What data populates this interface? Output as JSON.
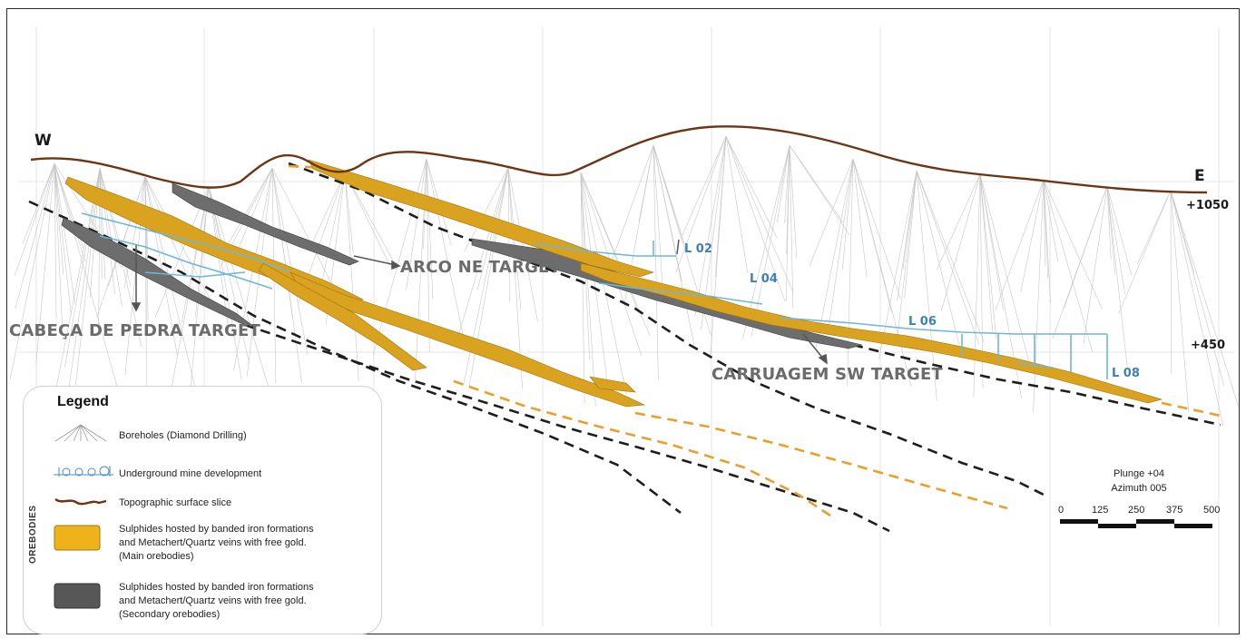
{
  "directions": {
    "west": "W",
    "east": "E"
  },
  "elevations": {
    "upper": "+1050",
    "lower": "+450"
  },
  "targets": {
    "cabeca": "CABEÇA DE PEDRA TARGET",
    "arco": "ARCO NE TARGET",
    "carruagem": "CARRUAGEM SW TARGET"
  },
  "levels": [
    "L 02",
    "L 04",
    "L 06",
    "L 08"
  ],
  "legend": {
    "title": "Legend",
    "boreholes": "Boreholes (Diamond Drilling)",
    "underground": "Underground mine development",
    "topographic": "Topographic surface slice",
    "orebodies_label": "OREBODIES",
    "main_line1": "Sulphides hosted by banded iron formations",
    "main_line2": "and Metachert/Quartz veins with free gold.",
    "main_line3": "(Main orebodies)",
    "secondary_line1": "Sulphides hosted by banded iron formations",
    "secondary_line2": "and Metachert/Quartz veins with free gold.",
    "secondary_line3": "(Secondary orebodies)"
  },
  "scale": {
    "plunge": "Plunge +04",
    "azimuth": "Azimuth 005",
    "ticks": [
      "0",
      "125",
      "250",
      "375",
      "500"
    ]
  },
  "colors": {
    "topography": "#6b3516",
    "main_orebody": "#d9a21f",
    "secondary_orebody": "#6d6d6d",
    "underground": "#6fb7d6",
    "borehole": "#b9b9b9",
    "dashed_main": "#1e1e1e",
    "dashed_orange": "#e8a02a",
    "grid": "#e6e6e6"
  }
}
